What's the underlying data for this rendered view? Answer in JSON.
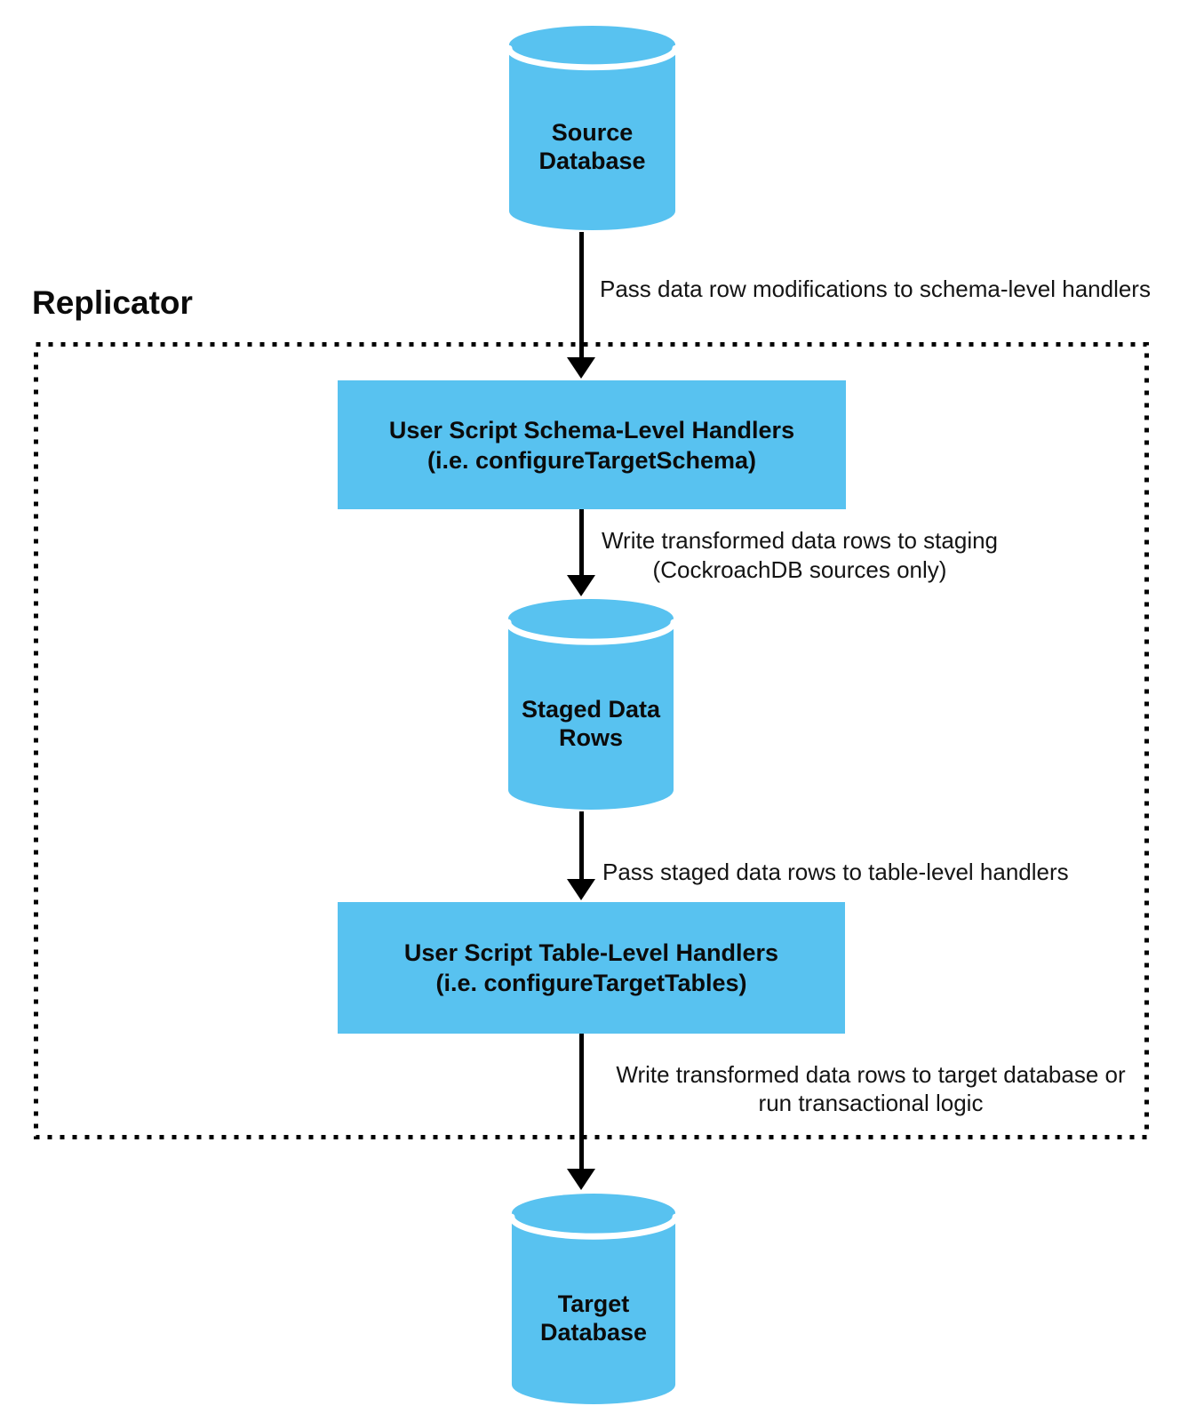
{
  "diagram": {
    "group": {
      "title": "Replicator"
    },
    "colors": {
      "node_fill": "#58C2F0",
      "line": "#000000"
    },
    "nodes": {
      "source_db": {
        "line1": "Source",
        "line2": "Database"
      },
      "schema_handlers": {
        "line1": "User Script Schema-Level Handlers",
        "line2": "(i.e. configureTargetSchema)"
      },
      "staged_rows": {
        "line1": "Staged Data",
        "line2": "Rows"
      },
      "table_handlers": {
        "line1": "User Script Table-Level Handlers",
        "line2": "(i.e. configureTargetTables)"
      },
      "target_db": {
        "line1": "Target",
        "line2": "Database"
      }
    },
    "edges": {
      "source_to_schema": {
        "label": "Pass data row modifications to schema-level handlers"
      },
      "schema_to_staging": {
        "line1": "Write transformed data rows to staging",
        "line2": "(CockroachDB sources only)"
      },
      "staging_to_table": {
        "label": "Pass staged data rows to table-level handlers"
      },
      "table_to_target": {
        "line1": "Write transformed data rows to target database or",
        "line2": "run transactional logic"
      }
    }
  }
}
